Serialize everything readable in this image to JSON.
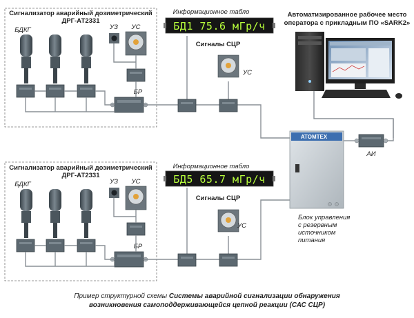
{
  "systems": [
    {
      "group_title_line1": "Сигнализатор аварийный дозиметрический",
      "group_title_line2": "ДРГ-АТ2331",
      "detector_label": "БДКГ",
      "uz_label": "УЗ",
      "us_label": "УС",
      "br_label": "БР",
      "board_label": "Информационное табло",
      "board_text": "БД1 75.6 мГр/ч",
      "scr_label": "Сигналы СЦР",
      "scr_us_label": "УС"
    },
    {
      "group_title_line1": "Сигнализатор аварийный дозиметрический",
      "group_title_line2": "ДРГ-АТ2331",
      "detector_label": "БДКГ",
      "uz_label": "УЗ",
      "us_label": "УС",
      "br_label": "БР",
      "board_label": "Информационное табло",
      "board_text": "БД5 65.7 мГр/ч",
      "scr_label": "Сигналы СЦР",
      "scr_us_label": "УС"
    }
  ],
  "workstation": {
    "title_line1": "Автоматизированное рабочее место",
    "title_line2": "оператора с прикладным ПО «SARK2»"
  },
  "control_unit": {
    "brand": "ATOMTEX",
    "label_line1": "Блок управления",
    "label_line2": "с резервным",
    "label_line3": "источником",
    "label_line4": "питания"
  },
  "ai_label": "АИ",
  "caption": {
    "line1_prefix": "Пример структурной схемы ",
    "line1_bold": "Системы аварийной сигнализации обнаружения",
    "line2_bold": "возникновения самоподдерживающейся цепной реакции (САС СЦР)"
  },
  "colors": {
    "device_body": "#5c6870",
    "wire": "#8a9096",
    "led_text": "#b8ff3c",
    "led_background": "#151515",
    "control_unit": "#c9d0d5",
    "brand_strip": "#3d6fb0"
  }
}
